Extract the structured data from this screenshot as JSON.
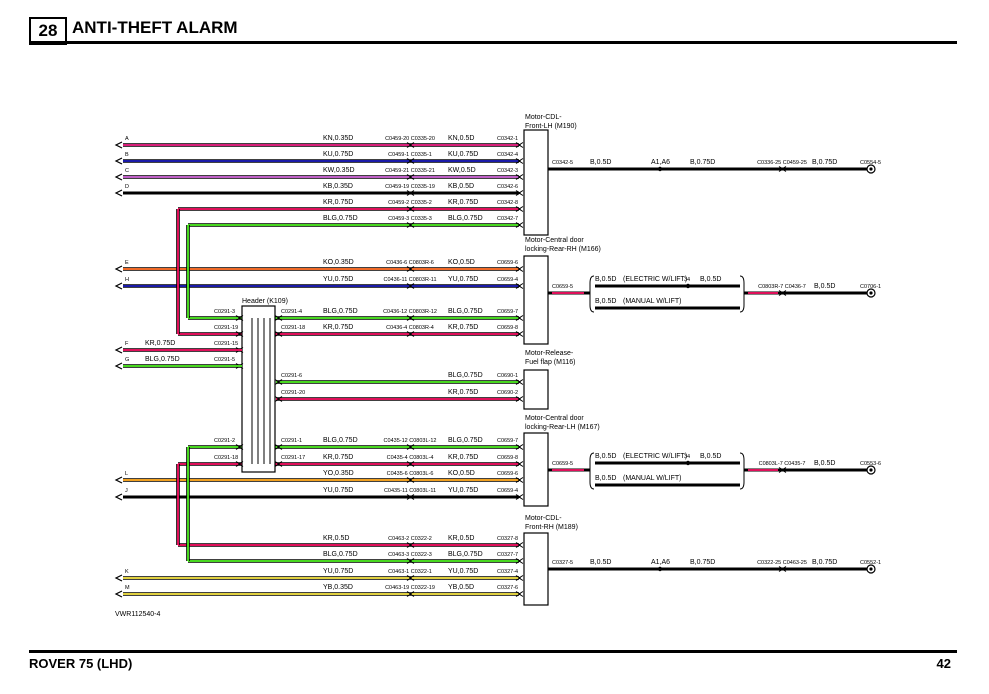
{
  "section": {
    "number": "28",
    "title": "ANTI-THEFT ALARM"
  },
  "footer": {
    "model": "ROVER 75 (LHD)",
    "page": "42"
  },
  "ref": "VWR112540-4",
  "components": {
    "m190": [
      "Motor-CDL-",
      "Front-LH (M190)"
    ],
    "m166": [
      "Motor-Central door",
      "locking-Rear-RH (M166)"
    ],
    "m116": [
      "Motor-Release-",
      "Fuel flap (M116)"
    ],
    "m167": [
      "Motor-Central door",
      "locking-Rear-LH (M167)"
    ],
    "m189": [
      "Motor-CDL-",
      "Front-RH (M189)"
    ],
    "k109": "Header (K109)"
  },
  "wires": [
    {
      "letter": "A",
      "color": "#d8207a",
      "w1": "KN,0.35D",
      "conn": "C0459-20 C0335-20",
      "w2": "KN,0.5D",
      "pin": "C0342-1"
    },
    {
      "letter": "B",
      "color": "#1a1aa8",
      "w1": "KU,0.75D",
      "conn": "C0459-1 C0335-1",
      "w2": "KU,0.75D",
      "pin": "C0342-4"
    },
    {
      "letter": "C",
      "color": "#c060c8",
      "w1": "KW,0.35D",
      "conn": "C0459-21 C0335-21",
      "w2": "KW,0.5D",
      "pin": "C0342-3"
    },
    {
      "letter": "D",
      "color": "#000000",
      "w1": "KB,0.35D",
      "conn": "C0459-19 C0335-19",
      "w2": "KB,0.5D",
      "pin": "C0342-6"
    },
    {
      "letter": "",
      "color": "#e0105a",
      "w1": "KR,0.75D",
      "conn": "C0459-2 C0335-2",
      "w2": "KR,0.75D",
      "pin": "C0342-8"
    },
    {
      "letter": "",
      "color": "#48d820",
      "w1": "BLG,0.75D",
      "conn": "C0459-3 C0335-3",
      "w2": "BLG,0.75D",
      "pin": "C0342-7"
    },
    {
      "letter": "E",
      "color": "#f06a28",
      "w1": "KO,0.35D",
      "conn": "C0436-6 C0803R-6",
      "w2": "KO,0.5D",
      "pin": "C0659-6"
    },
    {
      "letter": "H",
      "color": "#1a1aa8",
      "w1": "YU,0.75D",
      "conn": "C0436-11 C0803R-11",
      "w2": "YU,0.75D",
      "pin": "C0659-4"
    },
    {
      "letter": "",
      "color": "#48d820",
      "w1": "BLG,0.75D",
      "conn": "C0436-12 C0803R-12",
      "w2": "BLG,0.75D",
      "pin": "C0659-7"
    },
    {
      "letter": "",
      "color": "#e0105a",
      "w1": "KR,0.75D",
      "conn": "C0436-4 C0803R-4",
      "w2": "KR,0.75D",
      "pin": "C0659-8"
    },
    {
      "letter": "",
      "color": "#48d820",
      "w1": "",
      "conn": "",
      "w2": "BLG,0.75D",
      "pin": "C0690-1"
    },
    {
      "letter": "",
      "color": "#e0105a",
      "w1": "",
      "conn": "",
      "w2": "KR,0.75D",
      "pin": "C0690-2"
    },
    {
      "letter": "",
      "color": "#48d820",
      "w1": "BLG,0.75D",
      "conn": "C0435-12 C0803L-12",
      "w2": "BLG,0.75D",
      "pin": "C0659-7"
    },
    {
      "letter": "",
      "color": "#e0105a",
      "w1": "KR,0.75D",
      "conn": "C0435-4 C0803L-4",
      "w2": "KR,0.75D",
      "pin": "C0659-8"
    },
    {
      "letter": "L",
      "color": "#f0a020",
      "w1": "YO,0.35D",
      "conn": "C0435-6 C0803L-6",
      "w2": "KO,0.5D",
      "pin": "C0659-6"
    },
    {
      "letter": "J",
      "color": "#000000",
      "w1": "YU,0.75D",
      "conn": "C0435-11 C0803L-11",
      "w2": "YU,0.75D",
      "pin": "C0659-4"
    },
    {
      "letter": "",
      "color": "#e0105a",
      "w1": "KR,0.5D",
      "conn": "C0463-2 C0322-2",
      "w2": "KR,0.5D",
      "pin": "C0327-8"
    },
    {
      "letter": "",
      "color": "#48d820",
      "w1": "BLG,0.75D",
      "conn": "C0463-3 C0322-3",
      "w2": "BLG,0.75D",
      "pin": "C0327-7"
    },
    {
      "letter": "K",
      "color": "#e0d040",
      "w1": "YU,0.75D",
      "conn": "C0463-1 C0322-1",
      "w2": "YU,0.75D",
      "pin": "C0327-4"
    },
    {
      "letter": "M",
      "color": "#e0d040",
      "w1": "YB,0.35D",
      "conn": "C0463-19 C0322-19",
      "w2": "YB,0.5D",
      "pin": "C0327-6"
    }
  ],
  "header_pins": {
    "left": [
      "C0291-3",
      "C0291-19",
      "C0291-15",
      "C0291-5",
      "C0291-2",
      "C0291-18"
    ],
    "right": [
      "C0291-4",
      "C0291-18",
      "C0291-6",
      "C0291-20",
      "C0291-1",
      "C0291-17"
    ]
  },
  "left_feeds": [
    {
      "letter": "F",
      "label": "KR,0.75D"
    },
    {
      "letter": "G",
      "label": "BLG,0.75D"
    }
  ],
  "grounds": {
    "m190": {
      "pin": "C0342-5",
      "w1": "B,0.5D",
      "splice": "A1,A6",
      "w2": "B,0.75D",
      "conn": "C0336-25 C0459-25",
      "w3": "B,0.75D",
      "end": "C0554-5"
    },
    "m166": {
      "pin": "C0659-5",
      "w1": "B,0.5D",
      "opt1": "(ELECTRIC W/LIFT)",
      "sp": "34",
      "w1b": "B,0.5D",
      "w2": "B,0.5D",
      "opt2": "(MANUAL W/LIFT)",
      "conn": "C0803R-7 C0436-7",
      "w3": "B,0.5D",
      "end": "C0706-1"
    },
    "m167": {
      "pin": "C0659-5",
      "w1": "B,0.5D",
      "opt1": "(ELECTRIC W/LIFT)",
      "sp": "34",
      "w1b": "B,0.5D",
      "w2": "B,0.5D",
      "opt2": "(MANUAL W/LIFT)",
      "conn": "C0803L-7 C0435-7",
      "w3": "B,0.5D",
      "end": "C0553-6"
    },
    "m189": {
      "pin": "C0327-5",
      "w1": "B,0.5D",
      "splice": "A1,A6",
      "w2": "B,0.75D",
      "conn": "C0322-25 C0463-25",
      "w3": "B,0.75D",
      "end": "C0552-1"
    }
  }
}
